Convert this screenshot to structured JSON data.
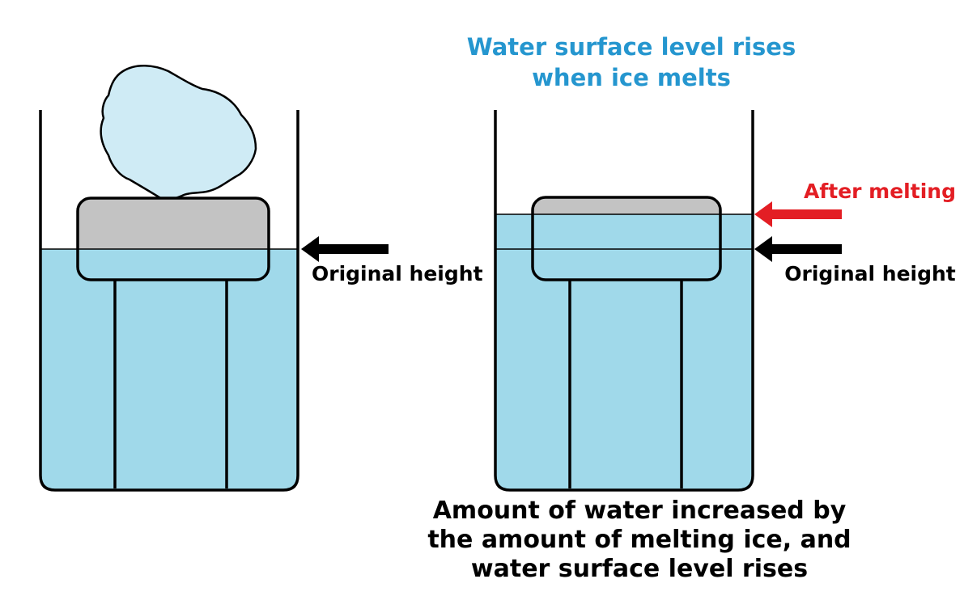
{
  "title": {
    "line1": "Water surface level rises",
    "line2": "when ice melts"
  },
  "left_beaker": {
    "original_label": "Original height"
  },
  "right_beaker": {
    "after_label": "After melting",
    "original_label": "Original height"
  },
  "caption": {
    "line1": "Amount of water increased by",
    "line2": "the amount of melting ice, and",
    "line3": "water surface level rises"
  },
  "colors": {
    "water": "#a0d9ea",
    "ice": "#cfebf5",
    "block": "#c3c3c3",
    "title": "#2596cf",
    "after_arrow": "#e31e24",
    "original_arrow": "#000000",
    "text": "#000000"
  }
}
